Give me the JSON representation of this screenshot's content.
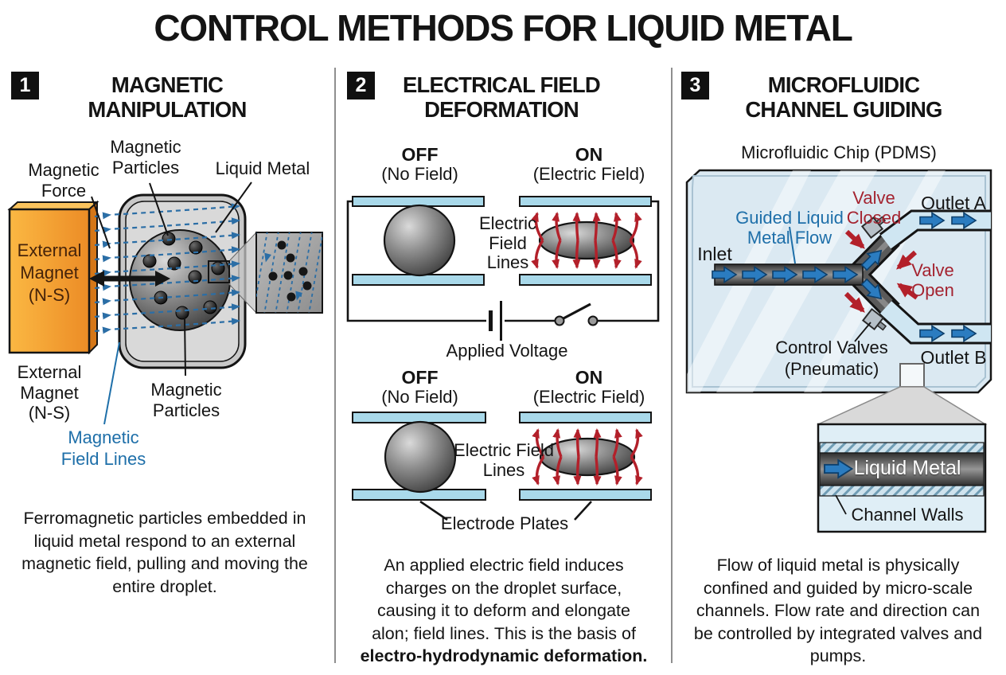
{
  "title": "CONTROL METHODS FOR LIQUID METAL",
  "colors": {
    "accent_blue": "#1e6fa9",
    "accent_red": "#a42330",
    "field_line_blue": "#2b6ea6",
    "magnet_orange": "#f29b38",
    "electrode_blue": "#a9d9ea",
    "chip_blue": "#dbe9f2"
  },
  "panels": {
    "p1": {
      "number": "1",
      "heading": "MAGNETIC MANIPULATION",
      "label_magnetic_force": "Magnetic Force",
      "label_magnetic_particles_top": "Magnetic Particles",
      "label_liquid_metal": "Liquid Metal",
      "label_magnet_front": "External Magnet (N-S)",
      "label_magnet_below": "External Magnet (N-S)",
      "label_magnetic_field_lines": "Magnetic Field Lines",
      "label_magnetic_particles_bottom": "Magnetic Particles",
      "caption": "Ferromagnetic particles embedded in liquid metal respond to an external magnetic field, pulling and moving the entire droplet."
    },
    "p2": {
      "number": "2",
      "heading": "ELECTRICAL FIELD DEFORMATION",
      "off_label": "OFF",
      "off_sub": "(No Field)",
      "on_label": "ON",
      "on_sub": "(Electric Field)",
      "field_lines_label": "Electric Field Lines",
      "applied_voltage": "Applied Voltage",
      "electrode_plates": "Electrode Plates",
      "caption_normal": "An applied electric field induces charges on the droplet surface, causing it to deform and elongate alon; field lines. This is the basis of ",
      "caption_bold": "electro-hydrodynamic deformation."
    },
    "p3": {
      "number": "3",
      "heading": "MICROFLUIDIC CHANNEL GUIDING",
      "chip_label": "Microfluidic Chip (PDMS)",
      "inlet": "Inlet",
      "guided_flow": "Guided Liquid Metal Flow",
      "valve_closed": "Valve Closed",
      "outlet_a": "Outlet A",
      "valve_open": "Valve Open",
      "control_valves": "Control Valves (Pneumatic)",
      "outlet_b": "Outlet B",
      "liquid_metal": "Liquid Metal",
      "channel_walls": "Channel Walls",
      "caption": "Flow of liquid metal is physically confined and guided by micro-scale channels. Flow rate and direction can be controlled by integrated valves and pumps."
    }
  }
}
